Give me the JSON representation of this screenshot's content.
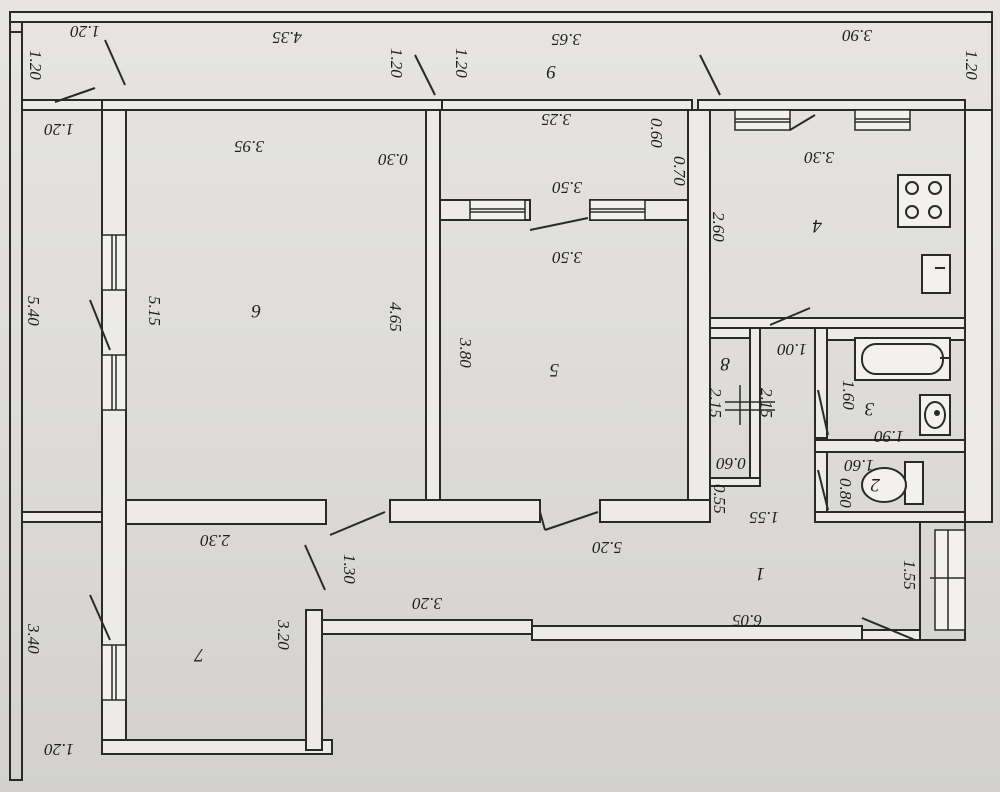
{
  "plan": {
    "rooms": [
      {
        "number": "1"
      },
      {
        "number": "2"
      },
      {
        "number": "3"
      },
      {
        "number": "4"
      },
      {
        "number": "5"
      },
      {
        "number": "6"
      },
      {
        "number": "7"
      },
      {
        "number": "8"
      },
      {
        "number": "9"
      }
    ],
    "dimensions": [
      "1.20",
      "1.20",
      "4.35",
      "1.20",
      "1.20",
      "3.65",
      "3.90",
      "1.20",
      "1.20",
      "3.25",
      "0.60",
      "0.70",
      "3.95",
      "0.30",
      "3.50",
      "3.30",
      "2.60",
      "3.50",
      "5.40",
      "5.15",
      "4.65",
      "3.80",
      "1.00",
      "2.15",
      "2.15",
      "1.60",
      "1.90",
      "0.60",
      "1.60",
      "0.80",
      "0.55",
      "1.55",
      "5.20",
      "2.30",
      "1.30",
      "1.55",
      "3.20",
      "6.05",
      "3.40",
      "3.20",
      "1.20"
    ],
    "fixtures": [
      "stove-icon",
      "kitchen-sink-icon",
      "bathtub-icon",
      "washbasin-icon",
      "toilet-icon"
    ]
  }
}
